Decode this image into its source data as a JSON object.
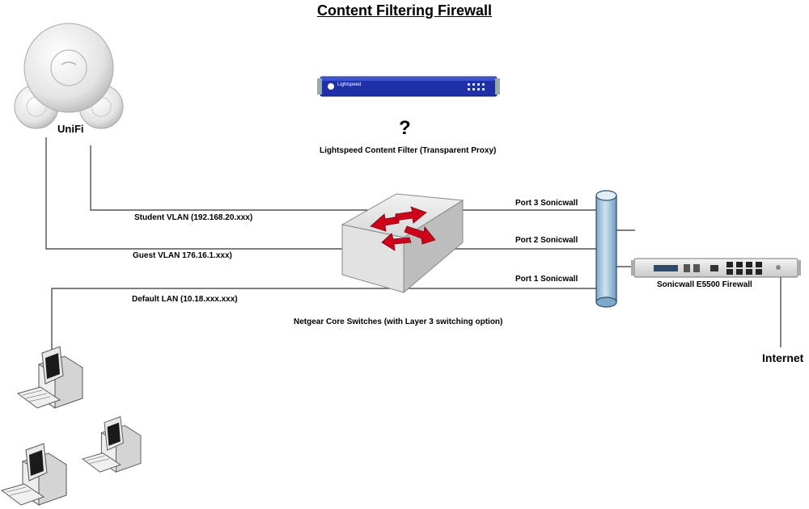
{
  "title": "Content Filtering Firewall",
  "nodes": {
    "unifi": "UniFi",
    "lightspeed_brand": "Lightspeed",
    "lightspeed_unknown": "?",
    "lightspeed": "Lightspeed Content Filter (Transparent Proxy)",
    "core_switch": "Netgear Core Switches (with Layer 3 switching option)",
    "firewall": "Sonicwall E5500 Firewall",
    "internet": "Internet"
  },
  "links": {
    "student_vlan": "Student VLAN (192.168.20.xxx)",
    "guest_vlan": "Guest VLAN 176.16.1.xxx)",
    "default_lan": "Default LAN (10.18.xxx.xxx)",
    "port3": "Port 3 Sonicwall",
    "port2": "Port 2 Sonicwall",
    "port1": "Port 1 Sonicwall"
  },
  "colors": {
    "proxy_blue": "#1f2fa8",
    "arrow_red": "#d0021b",
    "bus_blue": "#a9cbe4"
  },
  "icons": [
    "access-point-icon",
    "proxy-appliance-icon",
    "switch-icon",
    "firewall-appliance-icon",
    "workstation-icon"
  ]
}
